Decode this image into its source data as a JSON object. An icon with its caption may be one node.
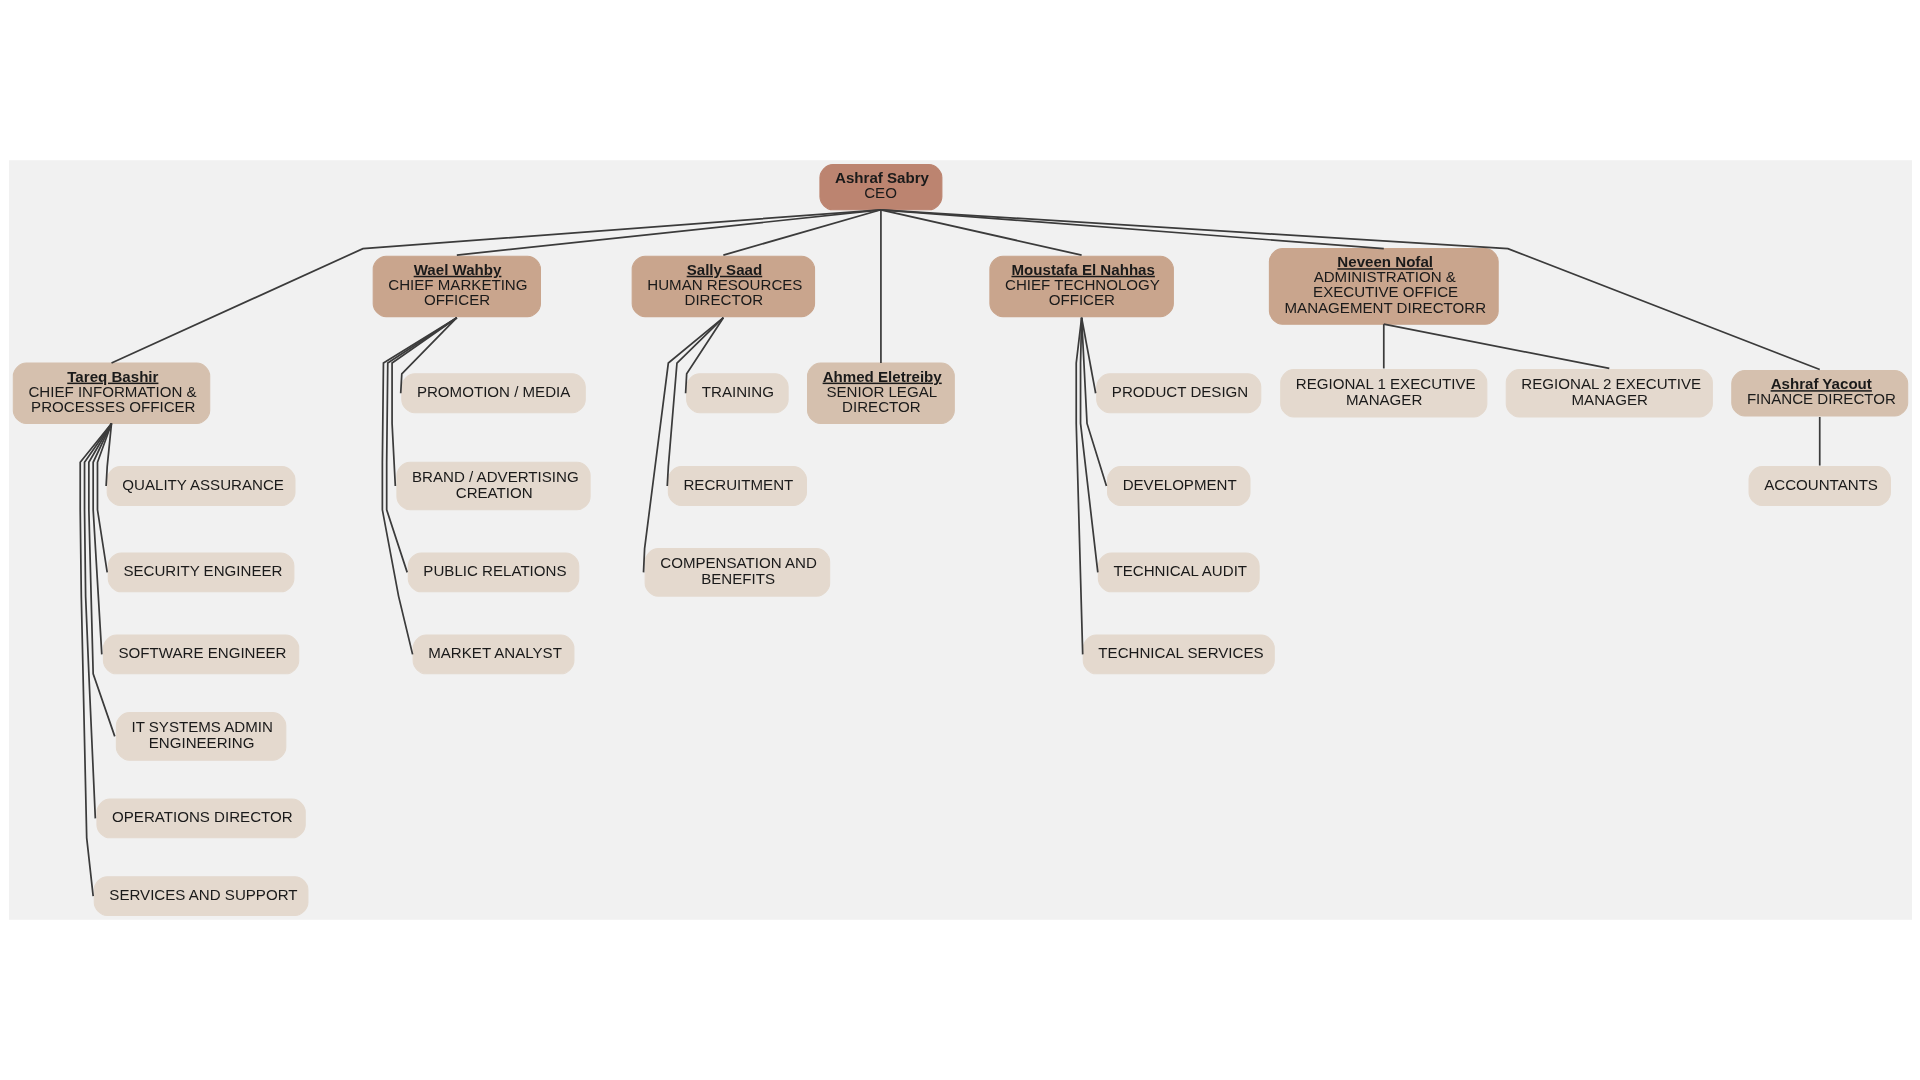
{
  "diagram": {
    "nodes": [
      {
        "text": [
          "Ashraf Sabry",
          "CEO"
        ]
      },
      {
        "text": [
          "Tareq Bashir",
          "CHIEF INFORMATION & PROCESSES OFFICER"
        ]
      },
      {
        "text": [
          "Wael Wahby",
          "CHIEF MARKETING OFFICER"
        ]
      },
      {
        "text": [
          "Sally Saad",
          "HUMAN RESOURCES DIRECTOR"
        ]
      },
      {
        "text": [
          "Ahmed Eletreiby",
          "SENIOR LEGAL DIRECTOR"
        ]
      },
      {
        "text": [
          "Moustafa El Nahhas",
          "CHIEF TECHNOLOGY OFFICER"
        ]
      },
      {
        "text": [
          "Neveen Nofal",
          "ADMINISTRATION & EXECUTIVE OFFICE MANAGEMENT DIRECTORR"
        ]
      },
      {
        "text": [
          "Ashraf Yacout",
          "FINANCE DIRECTOR"
        ]
      },
      {
        "text": [
          "QUALITY ASSURANCE"
        ]
      },
      {
        "text": [
          "SECURITY ENGINEER"
        ]
      },
      {
        "text": [
          "SOFTWARE ENGINEER"
        ]
      },
      {
        "text": [
          "IT SYSTEMS ADMIN ENGINEERING"
        ]
      },
      {
        "text": [
          "OPERATIONS DIRECTOR"
        ]
      },
      {
        "text": [
          "SERVICES AND SUPPORT"
        ]
      },
      {
        "text": [
          "PROMOTION / MEDIA"
        ]
      },
      {
        "text": [
          "BRAND / ADVERTISING CREATION"
        ]
      },
      {
        "text": [
          "PUBLIC RELATIONS"
        ]
      },
      {
        "text": [
          "MARKET ANALYST"
        ]
      },
      {
        "text": [
          "TRAINING"
        ]
      },
      {
        "text": [
          "RECRUITMENT"
        ]
      },
      {
        "text": [
          "COMPENSATION AND BENEFITS"
        ]
      },
      {
        "text": [
          "PRODUCT DESIGN"
        ]
      },
      {
        "text": [
          "DEVELOPMENT"
        ]
      },
      {
        "text": [
          "TECHNICAL AUDIT"
        ]
      },
      {
        "text": [
          "TECHNICAL SERVICES"
        ]
      },
      {
        "text": [
          "REGIONAL 1 EXECUTIVE MANAGER"
        ]
      },
      {
        "text": [
          "REGIONAL 2 EXECUTIVE MANAGER"
        ]
      },
      {
        "text": [
          "ACCOUNTANTS"
        ]
      }
    ],
    "edges": [
      {
        "from": 0,
        "to": 1,
        "arrow": "none"
      },
      {
        "from": 0,
        "to": 2,
        "arrow": "none"
      },
      {
        "from": 0,
        "to": 3,
        "arrow": "none"
      },
      {
        "from": 0,
        "to": 4,
        "arrow": "none"
      },
      {
        "from": 0,
        "to": 5,
        "arrow": "none"
      },
      {
        "from": 0,
        "to": 6,
        "arrow": "none"
      },
      {
        "from": 0,
        "to": 7,
        "arrow": "none"
      },
      {
        "from": 1,
        "to": 8,
        "arrow": "none"
      },
      {
        "from": 1,
        "to": 9,
        "arrow": "none"
      },
      {
        "from": 1,
        "to": 10,
        "arrow": "none"
      },
      {
        "from": 1,
        "to": 11,
        "arrow": "none"
      },
      {
        "from": 1,
        "to": 12,
        "arrow": "none"
      },
      {
        "from": 1,
        "to": 13,
        "arrow": "none"
      },
      {
        "from": 2,
        "to": 14,
        "arrow": "none"
      },
      {
        "from": 2,
        "to": 15,
        "arrow": "none"
      },
      {
        "from": 2,
        "to": 16,
        "arrow": "none"
      },
      {
        "from": 2,
        "to": 17,
        "arrow": "none"
      },
      {
        "from": 3,
        "to": 18,
        "arrow": "none"
      },
      {
        "from": 3,
        "to": 19,
        "arrow": "none"
      },
      {
        "from": 3,
        "to": 20,
        "arrow": "none"
      },
      {
        "from": 5,
        "to": 21,
        "arrow": "none"
      },
      {
        "from": 5,
        "to": 22,
        "arrow": "none"
      },
      {
        "from": 5,
        "to": 23,
        "arrow": "none"
      },
      {
        "from": 5,
        "to": 24,
        "arrow": "none"
      },
      {
        "from": 6,
        "to": 25,
        "arrow": "none"
      },
      {
        "from": 6,
        "to": 26,
        "arrow": "none"
      },
      {
        "from": 7,
        "to": 27,
        "arrow": "none"
      }
    ]
  }
}
